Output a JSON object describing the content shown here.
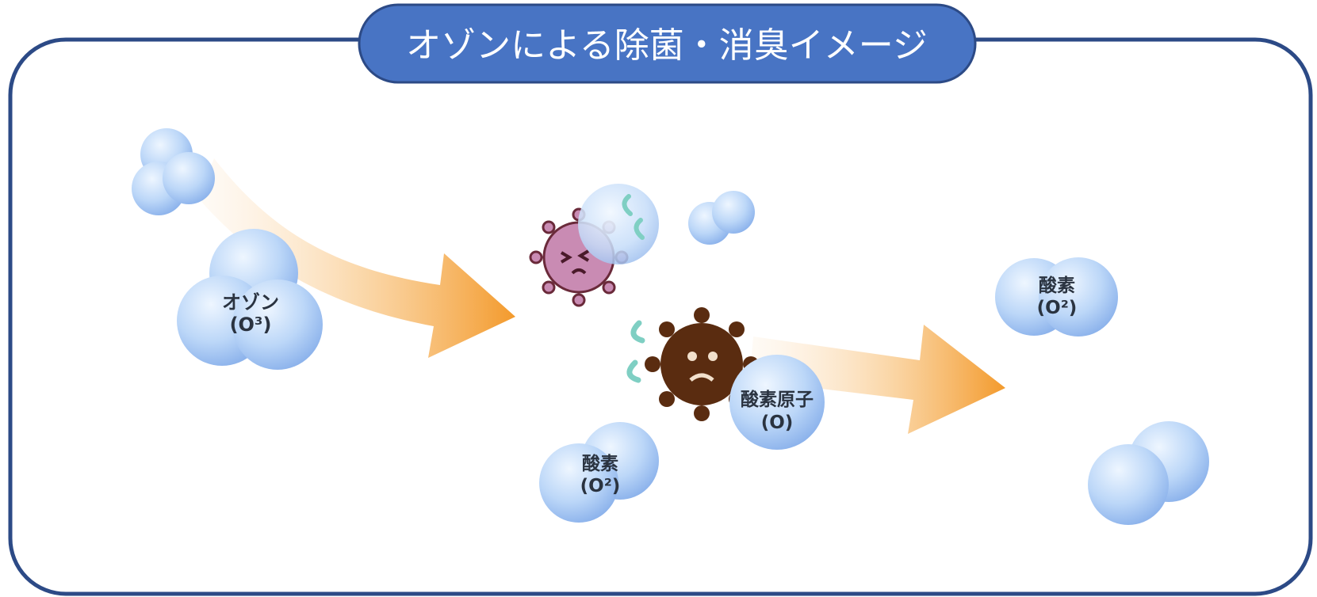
{
  "title": "オゾンによる除菌・消臭イメージ",
  "colors": {
    "frame_border": "#2c4a86",
    "title_fill": "#4874c4",
    "molecule_light": "#e9f3ff",
    "molecule_mid": "#b7d4f7",
    "molecule_dark": "#7fa9e8",
    "arrow": "#f4a33a",
    "germ_purple": "#c98bb3",
    "germ_brown": "#5a2c10",
    "squiggle": "#7fcfc3"
  },
  "labels": {
    "ozone_name": "オゾン",
    "ozone_formula": "(O³)",
    "oxygen_center_name": "酸素",
    "oxygen_center_formula": "(O²)",
    "oxygen_atom_name": "酸素原子",
    "oxygen_atom_formula": "(O)",
    "oxygen_right_name": "酸素",
    "oxygen_right_formula": "(O²)"
  },
  "icons": {
    "ozone_small": "ozone-molecule-icon",
    "ozone_large": "ozone-molecule-icon",
    "germ_pink": "germ-virus-icon",
    "germ_brown": "germ-virus-icon",
    "flow_arrows": "arrow-icon"
  }
}
